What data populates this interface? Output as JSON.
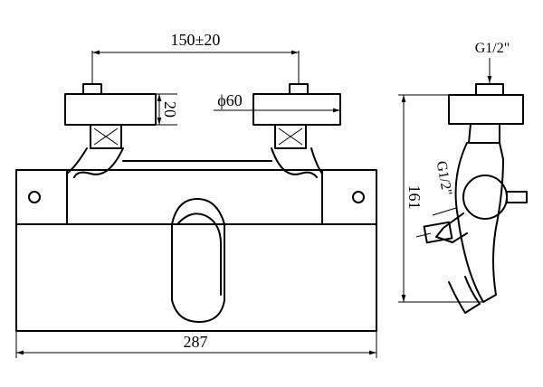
{
  "labels": {
    "center_distance": "150±20",
    "eccentric_height": "20",
    "eccentric_diameter": "ϕ60",
    "overall_width": "287",
    "inlet_thread": "G1/2\"",
    "outlet_thread": "G1/2\"",
    "overall_depth": "161"
  }
}
